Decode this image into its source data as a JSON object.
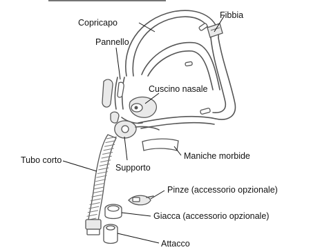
{
  "labels": {
    "copricapo": "Copricapo",
    "fibbia": "Fibbia",
    "pannello": "Pannello",
    "cuscino_nasale": "Cuscino nasale",
    "tubo_corto": "Tubo corto",
    "maniche_morbide": "Maniche morbide",
    "supporto": "Supporto",
    "pinze": "Pinze (accessorio opzionale)",
    "giacca": "Giacca (accessorio opzionale)",
    "attacco": "Attacco"
  }
}
